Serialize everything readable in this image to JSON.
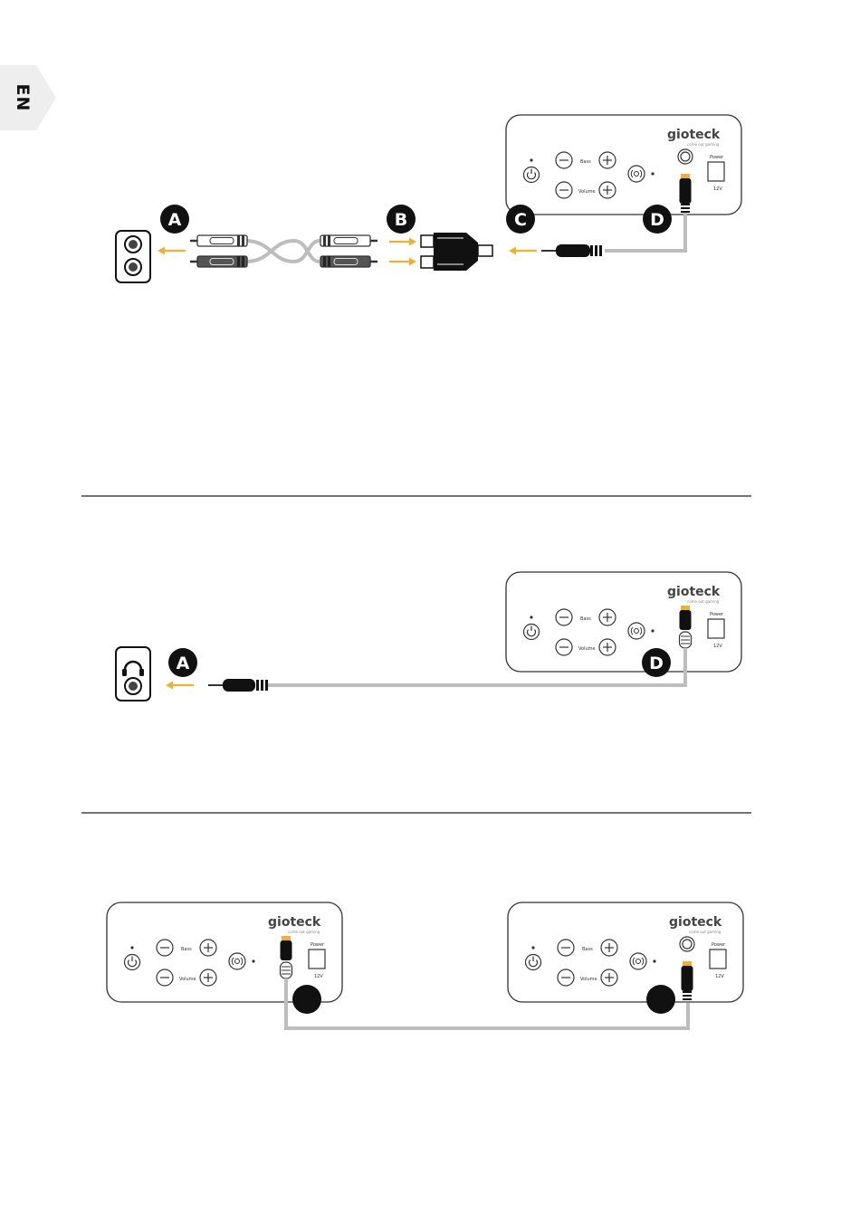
{
  "language_tab": "EN",
  "colors": {
    "arrow": "#f0b030",
    "cable": "#bdbdbd",
    "outline": "#333333",
    "plug": "#111111",
    "tab": "#eeeeee"
  },
  "device": {
    "brand": "gioteck",
    "tagline": "come out gaming",
    "bass_label": "Bass",
    "volume_label": "Volume",
    "power_label": "Power",
    "voltage_label": "12V"
  },
  "setup1": {
    "markers": [
      "A",
      "B",
      "C",
      "D"
    ]
  },
  "setup2": {
    "markers": [
      "A",
      "D"
    ],
    "output_icon": "headphones-icon"
  },
  "setup3": {
    "markers": [
      "",
      ""
    ]
  }
}
